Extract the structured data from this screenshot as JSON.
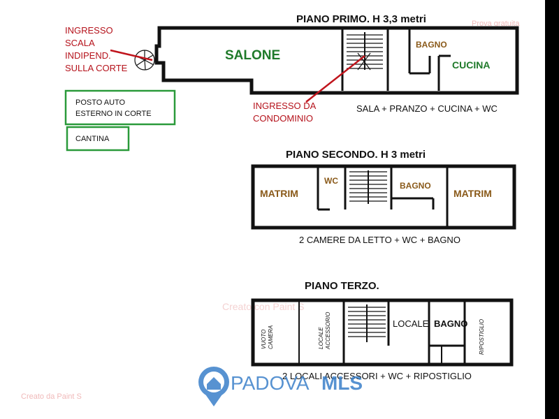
{
  "floors": {
    "primo": {
      "title": "PIANO PRIMO. H 3,3 metri",
      "summary": "SALA + PRANZO + CUCINA + WC",
      "rooms": {
        "salone": "SALONE",
        "bagno": "BAGNO",
        "cucina": "CUCINA"
      }
    },
    "secondo": {
      "title": "PIANO SECONDO.  H 3 metri",
      "summary": "2 CAMERE DA LETTO + WC + BAGNO",
      "rooms": {
        "matrim_left": "MATRIM",
        "wc": "WC",
        "bagno": "BAGNO",
        "matrim_right": "MATRIM"
      }
    },
    "terzo": {
      "title": "PIANO TERZO.",
      "summary": "2 LOCALI ACCESSORI + WC + RIPOSTIGLIO",
      "rooms": {
        "vuoto": "VUOTO\nCAMERA",
        "locale_acc": "LOCALE\nACCESSORIO",
        "locale": "LOCALE",
        "bagno": "BAGNO",
        "ripostiglio": "RIPOSTIGLIO"
      }
    }
  },
  "annotations": {
    "ingresso_scala": [
      "INGRESSO",
      "SCALA",
      "INDIPEND.",
      "SULLA CORTE"
    ],
    "ingresso_condominio": [
      "INGRESSO DA",
      "CONDOMINIO"
    ],
    "posto_auto": [
      "POSTO AUTO",
      "ESTERNO IN CORTE"
    ],
    "cantina": "CANTINA"
  },
  "watermarks": {
    "top_right": "Prova gratuita",
    "bottom_left": "Creato da Paint S",
    "center": "Creato con Paint S"
  },
  "logo": {
    "part1": "PADOVA",
    "part2": "MLS"
  },
  "colors": {
    "wall": "#111111",
    "room_brown": "#8a5a1a",
    "salone_green": "#1f7a2a",
    "box_green": "#2a9a3a",
    "arrow_red": "#c0141c",
    "annotation_red": "#b5121b",
    "logo_blue": "#3a7fc9",
    "watermark": "#f0b9b9"
  }
}
